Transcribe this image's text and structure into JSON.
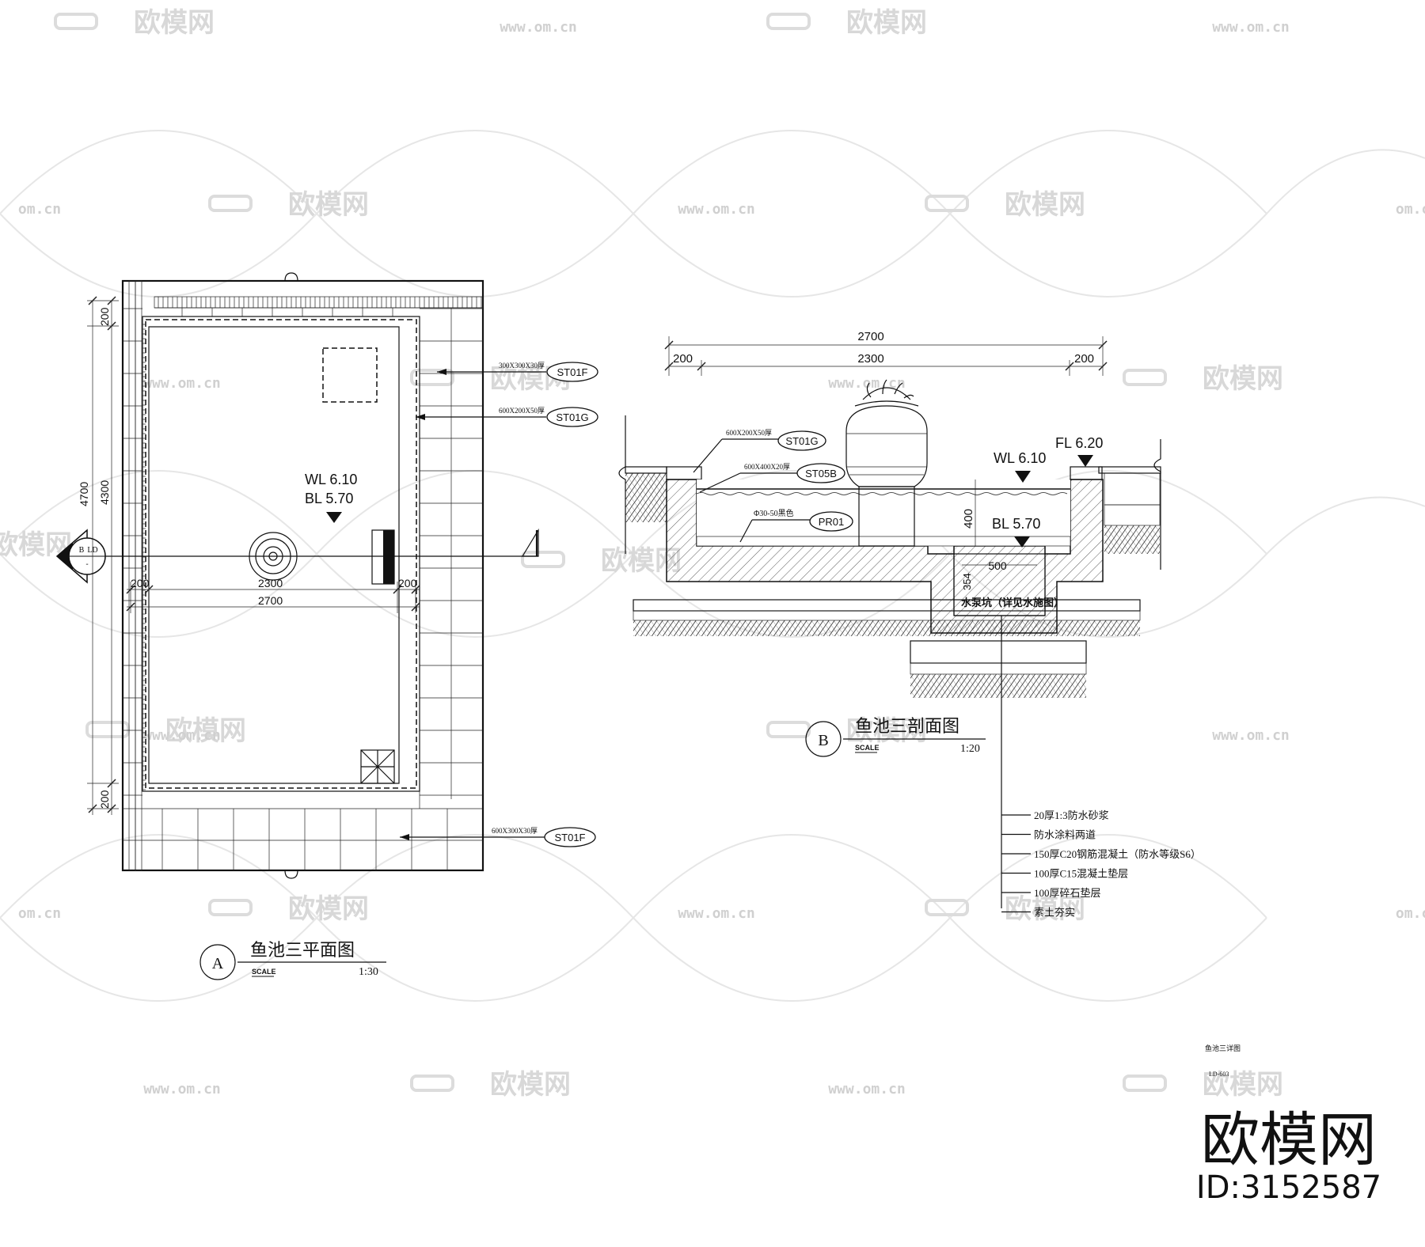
{
  "watermark": {
    "logo_text": "欧模网",
    "url_text": "www.om.cn",
    "url_text_short": "om.cn"
  },
  "brand": {
    "name": "欧模网",
    "id_label": "ID:3152587"
  },
  "sheet": {
    "title": "鱼池三详图",
    "number": "LD-603"
  },
  "plan": {
    "title": "鱼池三平面图",
    "marker": "A",
    "scale_label": "SCALE",
    "scale": "1:30",
    "dims": {
      "total_height": "4700",
      "inner_height": "4300",
      "edge_top": "200",
      "edge_bottom": "200",
      "edge_left": "200",
      "inner_width": "2300",
      "edge_right": "200",
      "total_width": "2700"
    },
    "water_level": "WL 6.10",
    "bottom_level": "BL 5.70",
    "section_ref": "B",
    "section_sheet": "LD",
    "callouts": [
      {
        "spec": "300X300X30厚",
        "tag": "ST01F"
      },
      {
        "spec": "600X200X50厚",
        "tag": "ST01G"
      },
      {
        "spec": "600X300X30厚",
        "tag": "ST01F"
      }
    ]
  },
  "section": {
    "title": "鱼池三剖面图",
    "marker": "B",
    "scale_label": "SCALE",
    "scale": "1:20",
    "dims": {
      "total": "2700",
      "left": "200",
      "inner": "2300",
      "right": "200",
      "depth": "400",
      "pit_width": "500",
      "pit_depth": "354"
    },
    "water_level": "WL 6.10",
    "bottom_level": "BL 5.70",
    "floor_level": "FL 6.20",
    "pit_label": "水泵坑（详见水施图）",
    "callouts": [
      {
        "spec": "600X200X50厚",
        "tag": "ST01G"
      },
      {
        "spec": "600X400X20厚",
        "tag": "ST05B"
      },
      {
        "spec": "Φ30-50黑色",
        "tag": "PR01"
      }
    ],
    "layers": [
      "20厚1:3防水砂浆",
      "防水涂料两道",
      "150厚C20钢筋混凝土（防水等级S6）",
      "100厚C15混凝土垫层",
      "100厚碎石垫层",
      "素土夯实"
    ]
  }
}
